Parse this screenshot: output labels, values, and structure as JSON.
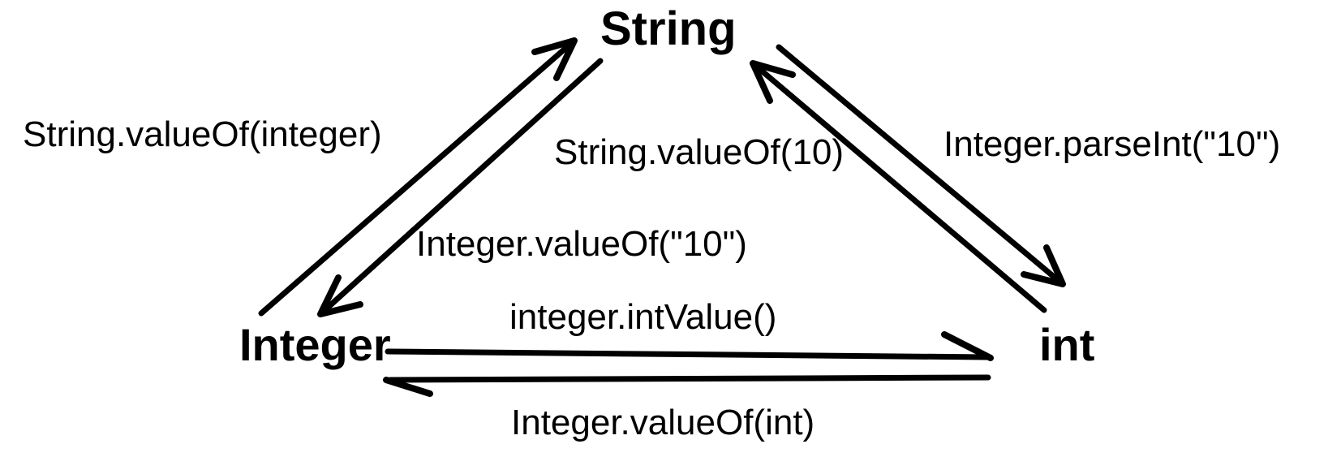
{
  "diagram": {
    "background_color": "#ffffff",
    "ink_color": "#000000",
    "nodes": [
      {
        "id": "string",
        "label": "String"
      },
      {
        "id": "integer",
        "label": "Integer"
      },
      {
        "id": "int",
        "label": "int"
      }
    ],
    "edges": [
      {
        "from": "Integer",
        "to": "String",
        "label": "String.valueOf(integer)"
      },
      {
        "from": "String",
        "to": "Integer",
        "label": "Integer.valueOf(\"10\")"
      },
      {
        "from": "int",
        "to": "String",
        "label": "String.valueOf(10)"
      },
      {
        "from": "String",
        "to": "int",
        "label": "Integer.parseInt(\"10\")"
      },
      {
        "from": "Integer",
        "to": "int",
        "label": "integer.intValue()"
      },
      {
        "from": "int",
        "to": "Integer",
        "label": "Integer.valueOf(int)"
      }
    ]
  }
}
